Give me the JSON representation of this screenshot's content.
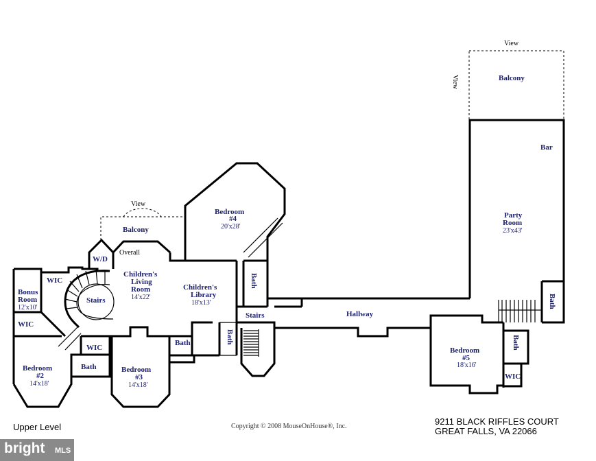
{
  "rooms": {
    "view_left": "View",
    "balcony_left": "Balcony",
    "overall": "Overall",
    "wd": "W/D",
    "bedroom4_name": "Bedroom",
    "bedroom4_num": "#4",
    "bedroom4_dim": "20'x28'",
    "childrens_living_1": "Children's",
    "childrens_living_2": "Living",
    "childrens_living_3": "Room",
    "childrens_living_dim": "14'x22'",
    "childrens_library_1": "Children's",
    "childrens_library_2": "Library",
    "childrens_library_dim": "18'x13'",
    "bath_vertical": "Bath",
    "wic_top": "WIC",
    "bonus_1": "Bonus",
    "bonus_2": "Room",
    "bonus_dim": "12'x10'",
    "wic_left": "WIC",
    "stairs_spiral": "Stairs",
    "stairs_main": "Stairs",
    "hallway": "Hallway",
    "wic_mid": "WIC",
    "bath_mid": "Bath",
    "bath_small": "Bath",
    "bath_vert2": "Bath",
    "bedroom2_name": "Bedroom",
    "bedroom2_num": "#2",
    "bedroom2_dim": "14'x18'",
    "bedroom3_name": "Bedroom",
    "bedroom3_num": "#3",
    "bedroom3_dim": "14'x18'",
    "view_top": "View",
    "view_side": "View",
    "balcony_right": "Balcony",
    "bar": "Bar",
    "party_1": "Party",
    "party_2": "Room",
    "party_dim": "23'x43'",
    "bath_right": "Bath",
    "bath_right2": "Bath",
    "bedroom5_name": "Bedroom",
    "bedroom5_num": "#5",
    "bedroom5_dim": "18'x16'",
    "wic_right": "WIC"
  },
  "footer": {
    "level": "Upper Level",
    "copyright": "Copyright © 2008 MouseOnHouse®, Inc.",
    "address_line1": "9211 BLACK RIFFLES COURT",
    "address_line2": "GREAT FALLS, VA 22066"
  },
  "logo": {
    "brand": "bright",
    "suffix": "MLS"
  }
}
